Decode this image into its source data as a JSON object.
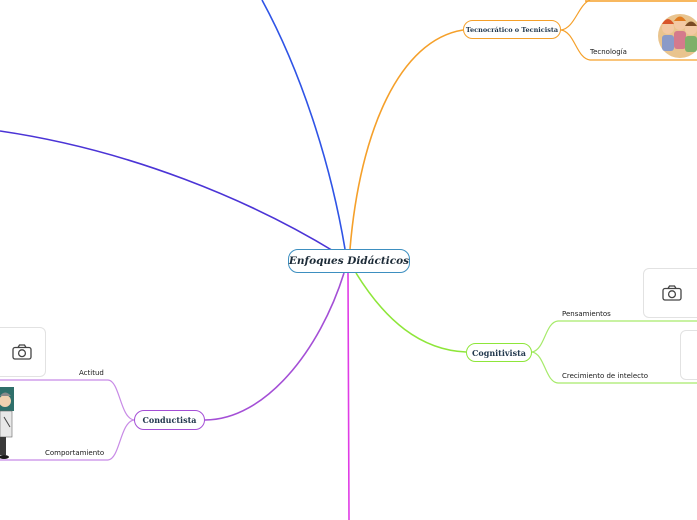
{
  "central_topic": {
    "label": "Enfoques Didácticos"
  },
  "branches": [
    {
      "label": "Tecnocrático o Tecnicista",
      "color": "#f5a02a",
      "subtopics": [
        {
          "label": "Tecnología"
        }
      ]
    },
    {
      "label": "Cognitivista",
      "color": "#8ee63a",
      "subtopics": [
        {
          "label": "Pensamientos"
        },
        {
          "label": "Crecimiento de intelecto"
        }
      ]
    },
    {
      "label": "Conductista",
      "color": "#a44fd6",
      "subtopics": [
        {
          "label": "Actitud"
        },
        {
          "label": "Comportamiento"
        }
      ]
    }
  ],
  "offscreen_branch_colors": [
    "#2f54e6",
    "#4b34d6",
    "#e03ce6"
  ],
  "icons": {
    "image_placeholder": "camera-icon",
    "tecnologia_picture": "children-group-picture",
    "comportamiento_picture": "cartoon-person-picture"
  }
}
